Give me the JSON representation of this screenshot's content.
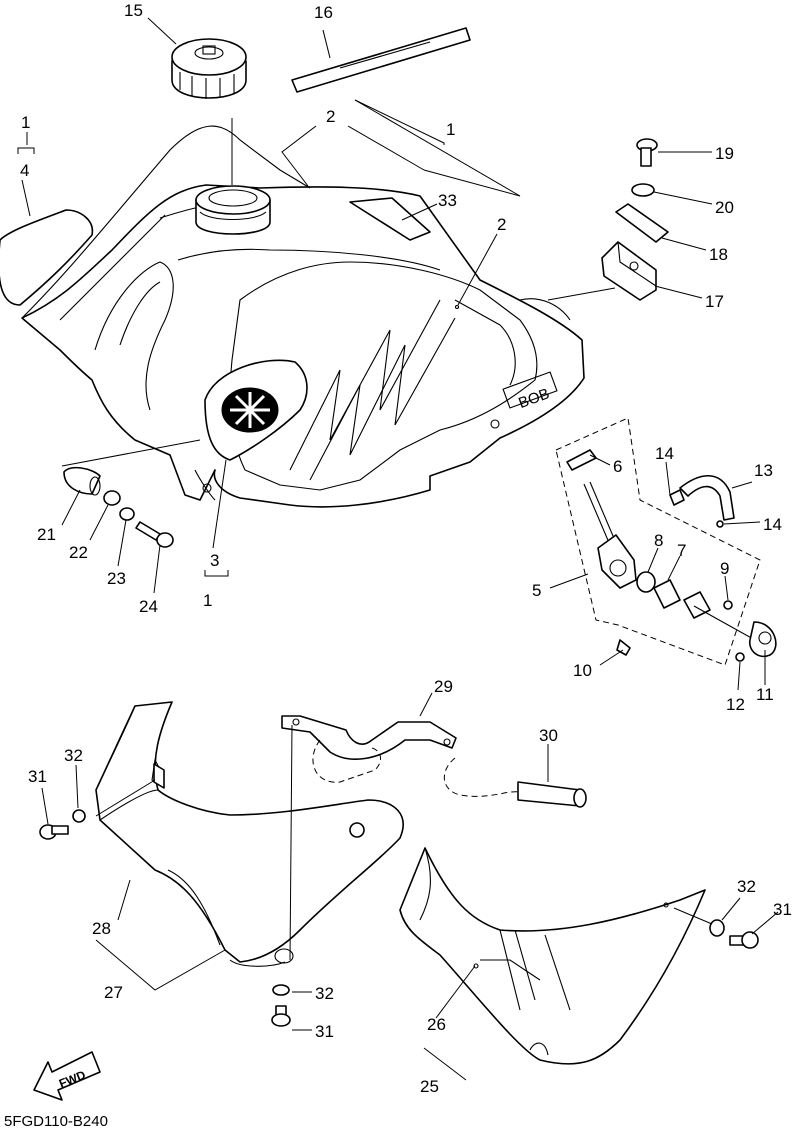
{
  "diagram": {
    "drawing_code": "5FGD110-B240",
    "fwd_label": "FWD",
    "tank_emblem": "BOB",
    "callouts": [
      {
        "id": "c15",
        "text": "15"
      },
      {
        "id": "c16",
        "text": "16"
      },
      {
        "id": "c2a",
        "text": "2"
      },
      {
        "id": "c1a",
        "text": "1"
      },
      {
        "id": "c1b",
        "text": "1"
      },
      {
        "id": "c4",
        "text": "4"
      },
      {
        "id": "c33",
        "text": "33"
      },
      {
        "id": "c2b",
        "text": "2"
      },
      {
        "id": "c19",
        "text": "19"
      },
      {
        "id": "c20",
        "text": "20"
      },
      {
        "id": "c18",
        "text": "18"
      },
      {
        "id": "c17",
        "text": "17"
      },
      {
        "id": "c6",
        "text": "6"
      },
      {
        "id": "c14a",
        "text": "14"
      },
      {
        "id": "c13",
        "text": "13"
      },
      {
        "id": "c14b",
        "text": "14"
      },
      {
        "id": "c8",
        "text": "8"
      },
      {
        "id": "c7",
        "text": "7"
      },
      {
        "id": "c5",
        "text": "5"
      },
      {
        "id": "c9",
        "text": "9"
      },
      {
        "id": "c10",
        "text": "10"
      },
      {
        "id": "c12",
        "text": "12"
      },
      {
        "id": "c11",
        "text": "11"
      },
      {
        "id": "c21",
        "text": "21"
      },
      {
        "id": "c22",
        "text": "22"
      },
      {
        "id": "c23",
        "text": "23"
      },
      {
        "id": "c24",
        "text": "24"
      },
      {
        "id": "c3",
        "text": "3"
      },
      {
        "id": "c1c",
        "text": "1"
      },
      {
        "id": "c29",
        "text": "29"
      },
      {
        "id": "c30",
        "text": "30"
      },
      {
        "id": "c32a",
        "text": "32"
      },
      {
        "id": "c31a",
        "text": "31"
      },
      {
        "id": "c28",
        "text": "28"
      },
      {
        "id": "c27",
        "text": "27"
      },
      {
        "id": "c32b",
        "text": "32"
      },
      {
        "id": "c31b",
        "text": "31"
      },
      {
        "id": "c32c",
        "text": "32"
      },
      {
        "id": "c31c",
        "text": "31"
      },
      {
        "id": "c26",
        "text": "26"
      },
      {
        "id": "c25",
        "text": "25"
      }
    ]
  }
}
